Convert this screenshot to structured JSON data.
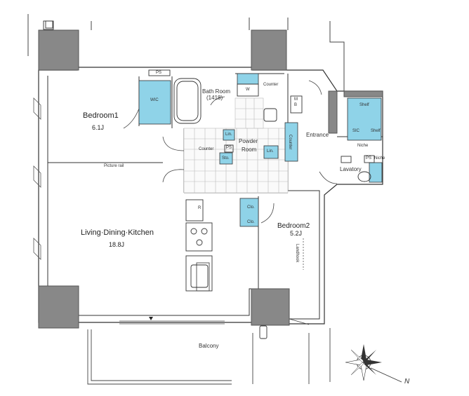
{
  "rooms": {
    "bedroom1": {
      "name": "Bedroom1",
      "size": "6.1J"
    },
    "ldk": {
      "name": "Living·Dining·Kitchen",
      "size": "18.8J"
    },
    "bedroom2": {
      "name": "Bedroom2",
      "size": "5.2J"
    },
    "bathroom": {
      "name": "Bath Room",
      "size": "(1418)"
    },
    "powder": {
      "line1": "Powder",
      "line2": "Room"
    },
    "entrance": "Entrance",
    "lavatory": "Lavatory",
    "balcony": "Balcony"
  },
  "fixtures": {
    "ps1": "PS",
    "ps2": "PS",
    "ps3": "PS",
    "wic": "WIC",
    "sic": "SIC",
    "w": "W",
    "counter_bath": "Counter",
    "counter_powder": "Counter",
    "counter_entrance": "Counter",
    "mb": "M\nB",
    "lin1": "Lin.",
    "lin2": "Lin.",
    "sto": "Sto.",
    "clo1": "Clo.",
    "clo2": "Clo.",
    "shelf1": "Shelf",
    "shelf2": "Shelf",
    "niche1": "Niche",
    "niche2": "Niche",
    "refrigerator": "R",
    "picture_rail": "Picture rail",
    "landhook": "Landhook"
  },
  "compass": {
    "north": "N"
  },
  "colors": {
    "wall": "#888888",
    "wall_edge": "#555555",
    "storage": "#8fd3e8",
    "line": "#333333",
    "tile": "#bbbbbb"
  }
}
